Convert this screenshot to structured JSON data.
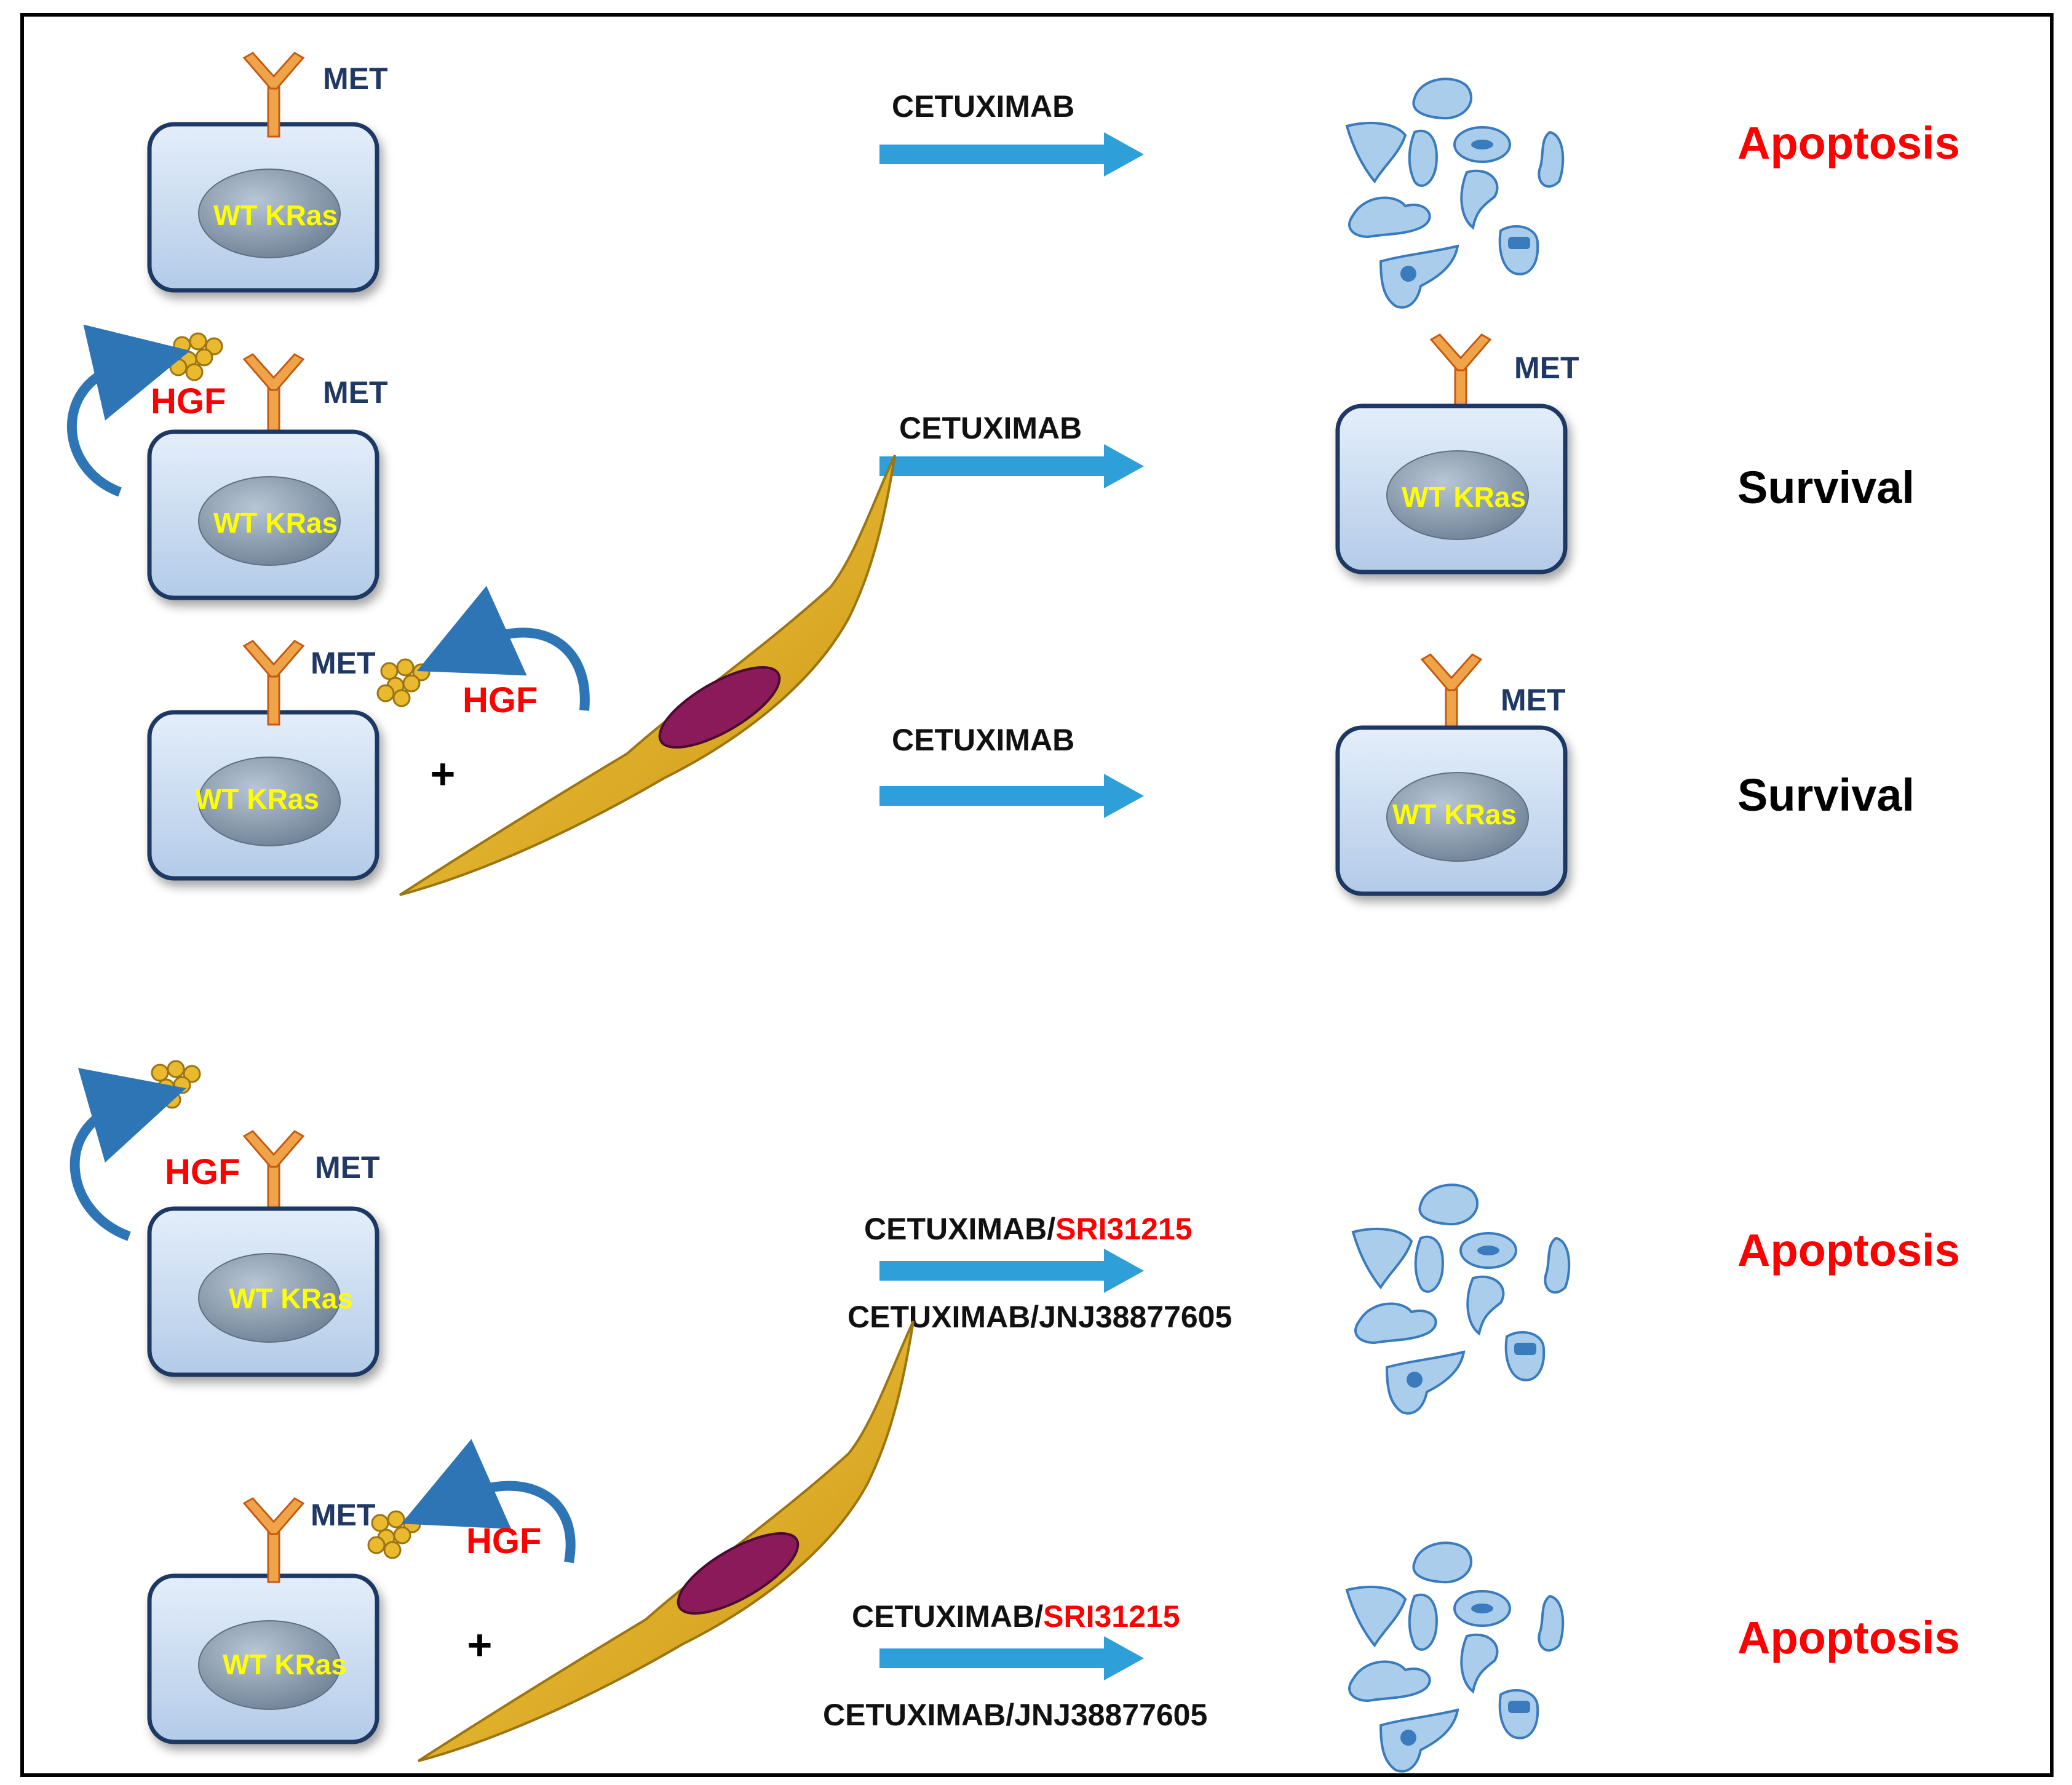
{
  "colors": {
    "cell_fill": "#c9dcf2",
    "cell_stroke": "#1f3864",
    "nucleus_fill": "#8d9fb2",
    "kras_text": "#ffff00",
    "met_text": "#1f3864",
    "hgf_text": "#ff0000",
    "receptor": "#f0a44a",
    "receptor_stroke": "#c65a11",
    "hgf_ball": "#e9b930",
    "hgf_ball_stroke": "#9c7410",
    "arrow": "#2e9fd9",
    "curve_arrow": "#2e75b6",
    "fibroblast_body": "#e8b220",
    "fibroblast_nucleus": "#8b1a5a",
    "apoptotic_fill": "#a9cdea",
    "apoptotic_stroke": "#3a7bbd",
    "apoptosis_text": "#ff0000",
    "survival_text": "#000000",
    "drug_red": "#ff0000",
    "frame": "#000000"
  },
  "labels": {
    "met": "MET",
    "hgf": "HGF",
    "wt_kras": "WT KRas",
    "plus": "+",
    "apoptosis": "Apoptosis",
    "survival": "Survival",
    "cetuximab": "CETUXIMAB",
    "combo_prefix": "CETUXIMAB/",
    "combo_sri": "SRI31215",
    "combo_jnj": "CETUXIMAB/JNJ38877605"
  },
  "icons": {
    "receptor": "y-shaped-receptor-icon",
    "hgf": "hgf-ligand-cluster-icon",
    "autocrine": "curved-arrow-icon",
    "fibroblast": "fibroblast-cell-icon",
    "apoptotic": "apoptotic-cell-fragments-icon"
  }
}
